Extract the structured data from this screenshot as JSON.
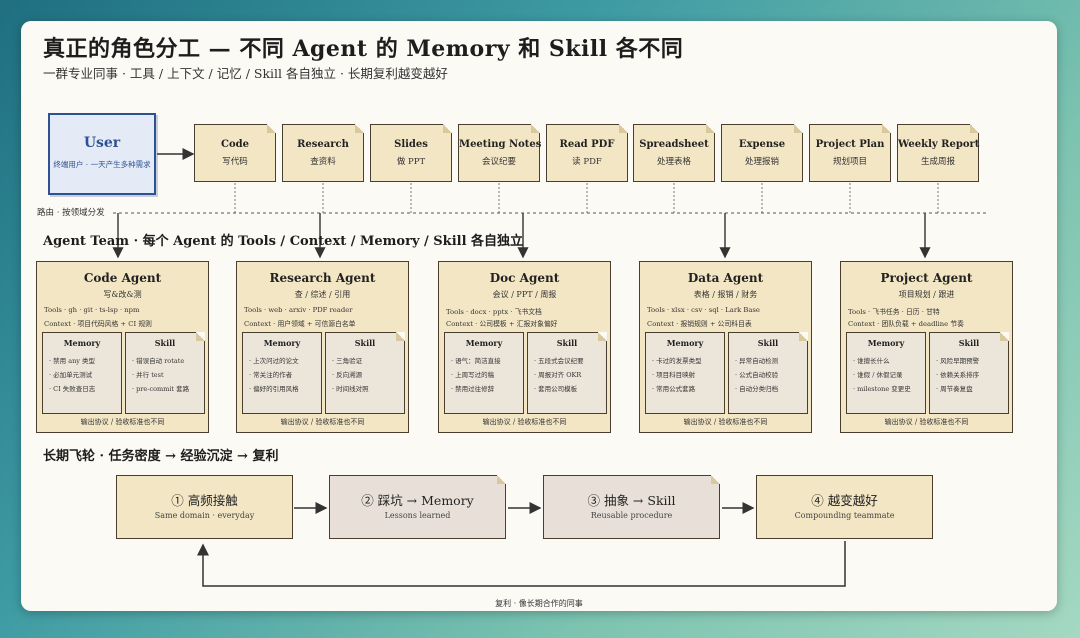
{
  "title": "真正的角色分工 — 不同 Agent 的 Memory 和 Skill 各不同",
  "subtitle": "一群专业同事 · 工具 / 上下文 / 记忆 / Skill 各自独立 · 长期复利越变越好",
  "user": {
    "title": "User",
    "desc": "终端用户 · 一天产生多种需求"
  },
  "tasks": [
    {
      "title": "Code",
      "sub": "写代码"
    },
    {
      "title": "Research",
      "sub": "查资料"
    },
    {
      "title": "Slides",
      "sub": "做 PPT"
    },
    {
      "title": "Meeting Notes",
      "sub": "会议纪要"
    },
    {
      "title": "Read PDF",
      "sub": "读 PDF"
    },
    {
      "title": "Spreadsheet",
      "sub": "处理表格"
    },
    {
      "title": "Expense",
      "sub": "处理报销"
    },
    {
      "title": "Project Plan",
      "sub": "规划项目"
    },
    {
      "title": "Weekly Report",
      "sub": "生成周报"
    }
  ],
  "route_label": "路由 · 按领域分发",
  "team_title": "Agent Team · 每个 Agent 的 Tools / Context / Memory / Skill 各自独立",
  "agents": [
    {
      "name": "Code Agent",
      "role": "写&改&测",
      "tools": "Tools · gh · git · ts-lsp · npm",
      "context": "Context · 项目代码风格 + CI 规则",
      "memory_title": "Memory",
      "memory": [
        "· 禁用 any 类型",
        "· 必加单元测试",
        "· CI 失败查日志"
      ],
      "skill_title": "Skill",
      "skill": [
        "· 错误自动 rotate",
        "· 并行 test",
        "· pre-commit 套路"
      ],
      "footer": "输出协议 / 验收标准也不同"
    },
    {
      "name": "Research Agent",
      "role": "查 / 综述 / 引用",
      "tools": "Tools · web · arxiv · PDF reader",
      "context": "Context · 用户领域 + 可信源白名单",
      "memory_title": "Memory",
      "memory": [
        "· 上次问过的论文",
        "· 常关注的作者",
        "· 偏好的引用风格"
      ],
      "skill_title": "Skill",
      "skill": [
        "· 三角验证",
        "· 反向溯源",
        "· 时间线对照"
      ],
      "footer": "输出协议 / 验收标准也不同"
    },
    {
      "name": "Doc Agent",
      "role": "会议 / PPT / 周报",
      "tools": "Tools · docx · pptx · 飞书文档",
      "context": "Context · 公司模板 + 汇报对象偏好",
      "memory_title": "Memory",
      "memory": [
        "· 语气：简洁直接",
        "· 上周写过的稿",
        "· 禁用过往修辞"
      ],
      "skill_title": "Skill",
      "skill": [
        "· 五段式会议纪要",
        "· 周报对齐 OKR",
        "· 套用公司模板"
      ],
      "footer": "输出协议 / 验收标准也不同"
    },
    {
      "name": "Data Agent",
      "role": "表格 / 报销 / 财务",
      "tools": "Tools · xlsx · csv · sql · Lark Base",
      "context": "Context · 报销规则 + 公司科目表",
      "memory_title": "Memory",
      "memory": [
        "· 卡过的发票类型",
        "· 项目科目映射",
        "· 常用公式套路"
      ],
      "skill_title": "Skill",
      "skill": [
        "· 异常自动检测",
        "· 公式自动校验",
        "· 自动分类归档"
      ],
      "footer": "输出协议 / 验收标准也不同"
    },
    {
      "name": "Project Agent",
      "role": "项目规划 / 跟进",
      "tools": "Tools · 飞书任务 · 日历 · 甘特",
      "context": "Context · 团队负载 + deadline 节奏",
      "memory_title": "Memory",
      "memory": [
        "· 谁擅长什么",
        "· 谁假 / 休假记录",
        "· milestone 变更史"
      ],
      "skill_title": "Skill",
      "skill": [
        "· 风险早期预警",
        "· 依赖关系排序",
        "· 周节奏复盘"
      ],
      "footer": "输出协议 / 验收标准也不同"
    }
  ],
  "flywheel_title": "长期飞轮 · 任务密度 → 经验沉淀 → 复利",
  "flywheel": [
    {
      "title": "① 高频接触",
      "sub": "Same domain · everyday"
    },
    {
      "title": "② 踩坑 → Memory",
      "sub": "Lessons learned"
    },
    {
      "title": "③ 抽象 → Skill",
      "sub": "Reusable procedure"
    },
    {
      "title": "④ 越变越好",
      "sub": "Compounding teammate"
    }
  ],
  "loop_label": "复利 · 像长期合作的同事",
  "colors": {
    "user_blue": "#2d5192",
    "box_fill": "#f3e6c4",
    "sub_fill": "#ece6da",
    "step_grey": "#e8e0d8",
    "ink": "#4a3f2e"
  }
}
